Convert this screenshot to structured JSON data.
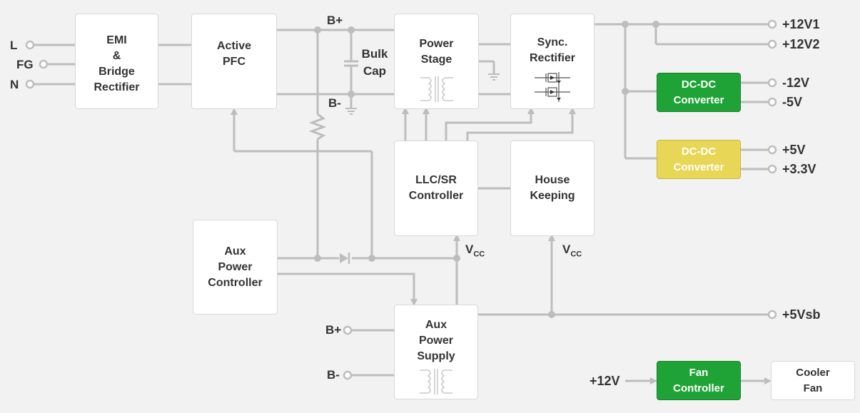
{
  "blocks": {
    "emi": "EMI\n&\nBridge\nRectifier",
    "pfc": "Active\nPFC",
    "power_stage": "Power\nStage",
    "sync_rect": "Sync.\nRectifier",
    "llc": "LLC/SR\nController",
    "house": "House\nKeeping",
    "aux_ctrl": "Aux\nPower\nController",
    "aux_supply": "Aux\nPower\nSupply",
    "dcdc1": "DC-DC\nConverter",
    "dcdc2": "DC-DC\nConverter",
    "fan_ctrl": "Fan\nController",
    "cooler": "Cooler\nFan"
  },
  "inputs": {
    "l": "L",
    "fg": "FG",
    "n": "N"
  },
  "bus": {
    "bplus": "B+",
    "bminus": "B-",
    "bulk_cap": "Bulk\nCap"
  },
  "vcc": {
    "main": "V",
    "sub": "CC"
  },
  "outputs": {
    "v12_1": "+12V1",
    "v12_2": "+12V2",
    "neg12": "-12V",
    "neg5": "-5V",
    "pos5": "+5V",
    "pos3v3": "+3.3V",
    "vsb": "+5Vsb"
  },
  "aux_inputs": {
    "bplus": "B+",
    "bminus": "B-"
  },
  "fan_input": "+12V",
  "colors": {
    "wire": "#bdbdbd",
    "green": "#1fa336",
    "yellow": "#e8d657",
    "background": "#f2f2f2"
  }
}
